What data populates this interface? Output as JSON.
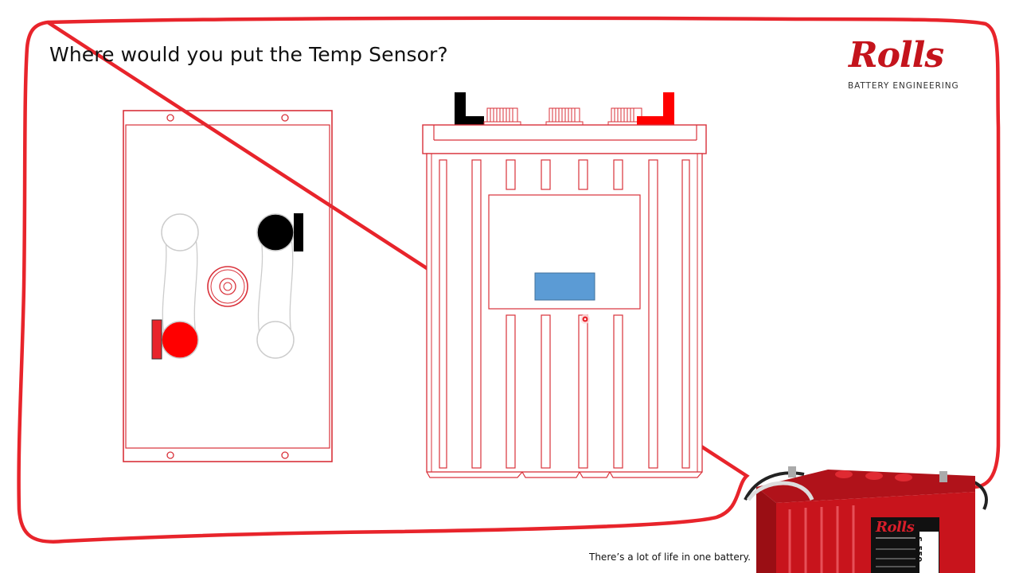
{
  "slide": {
    "title": "Where would you put the Temp Sensor?",
    "tagline": "There’s a lot of life in one battery."
  },
  "brand": {
    "name": "Rolls",
    "subtitle": "BATTERY ENGINEERING"
  },
  "product_photo": {
    "brand_label": "Rolls",
    "model_label": "S-550"
  },
  "colors": {
    "accent_red": "#e8242b",
    "outline_red": "#d9313a",
    "terminal_black": "#000000",
    "sensor_blue": "#5b9bd5",
    "battery_body_red": "#c8141c"
  },
  "icons": {
    "top_view_negative_terminal": "black-circle-terminal-icon",
    "top_view_positive_terminal": "red-circle-terminal-icon",
    "top_view_vent_cap": "vent-cap-icon",
    "side_view_marker": "red-dot-marker-icon",
    "side_view_sensor": "blue-sensor-block-icon"
  }
}
